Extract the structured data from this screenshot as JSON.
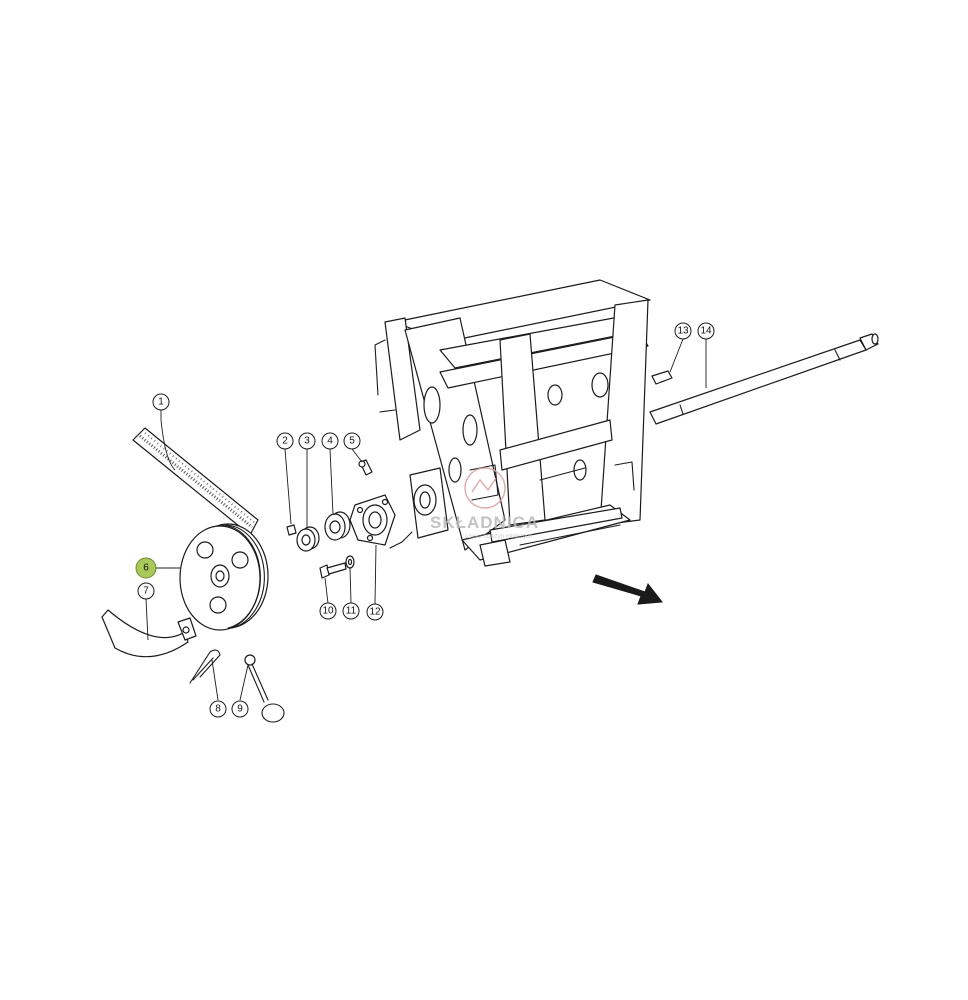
{
  "diagram": {
    "callouts": [
      {
        "id": "1",
        "label": "1",
        "highlighted": false
      },
      {
        "id": "2",
        "label": "2",
        "highlighted": false
      },
      {
        "id": "3",
        "label": "3",
        "highlighted": false
      },
      {
        "id": "4",
        "label": "4",
        "highlighted": false
      },
      {
        "id": "5",
        "label": "5",
        "highlighted": false
      },
      {
        "id": "6",
        "label": "6",
        "highlighted": true
      },
      {
        "id": "7",
        "label": "7",
        "highlighted": false
      },
      {
        "id": "8",
        "label": "8",
        "highlighted": false
      },
      {
        "id": "9",
        "label": "9",
        "highlighted": false
      },
      {
        "id": "10",
        "label": "10",
        "highlighted": false
      },
      {
        "id": "11",
        "label": "11",
        "highlighted": false
      },
      {
        "id": "12",
        "label": "12",
        "highlighted": false
      },
      {
        "id": "13",
        "label": "13",
        "highlighted": false
      },
      {
        "id": "14",
        "label": "14",
        "highlighted": false
      }
    ],
    "colors": {
      "line": "#1a1a1a",
      "highlight": "#a9c95a",
      "watermark": "#b9b9b9",
      "watermark_logo": "#d9a0a0"
    }
  },
  "watermark": {
    "brand": "SKŁADNICA",
    "subtitle": "części maszyn rolniczych"
  }
}
